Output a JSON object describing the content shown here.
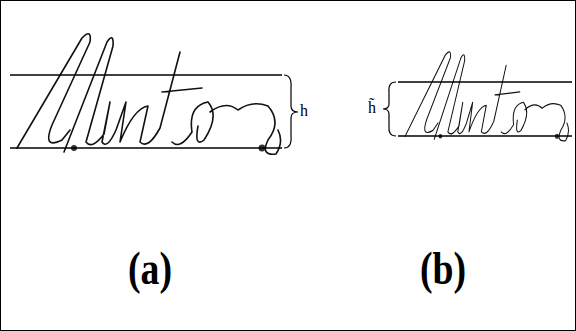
{
  "diagram": {
    "labels": [
      "h",
      "h̃",
      "(a)",
      "(b)"
    ]
  }
}
